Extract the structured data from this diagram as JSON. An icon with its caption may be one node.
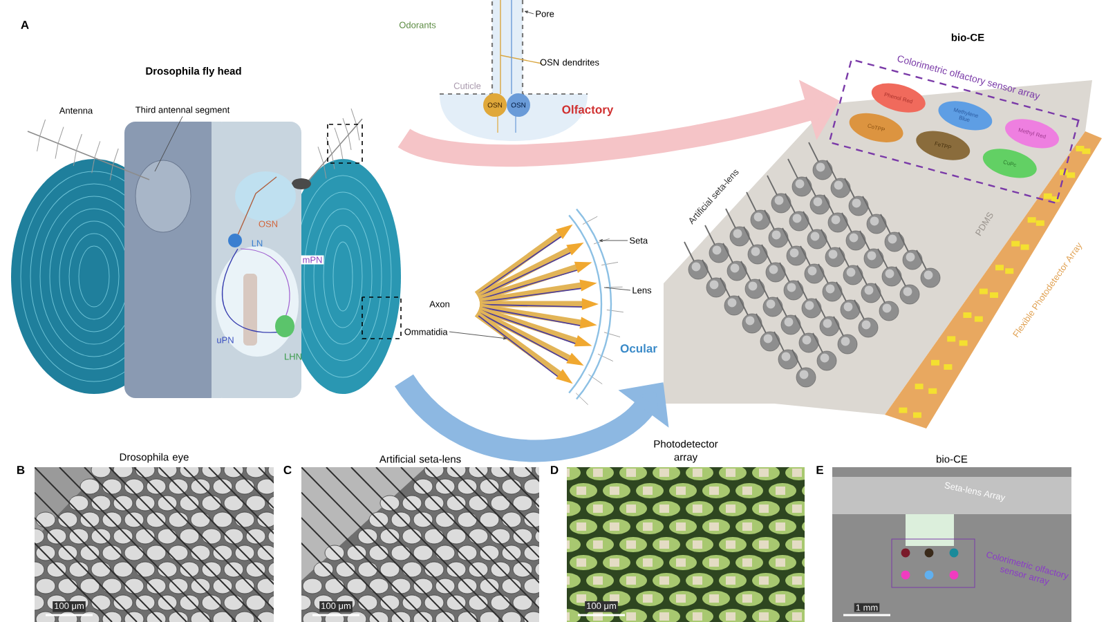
{
  "diagram": {
    "nodes": [
      {
        "text": [
          "Drosophila fly head"
        ]
      },
      {
        "text": [],
        "shape": "picture"
      },
      {
        "text": [],
        "shape": "picture"
      },
      {
        "text": [
          "bio-CE"
        ]
      },
      {
        "text": [
          "Colorimetric olfactory sensor array"
        ],
        "in": 3
      },
      {
        "text": [
          "Phenol Red"
        ],
        "in": 4
      },
      {
        "text": [
          "Methylene Blue"
        ],
        "in": 4
      },
      {
        "text": [
          "Methyl Red"
        ],
        "in": 4
      },
      {
        "text": [
          "CoTPP"
        ],
        "in": 4
      },
      {
        "text": [
          "FeTPP"
        ],
        "in": 4
      },
      {
        "text": [
          "CuPc"
        ],
        "in": 4
      },
      {
        "text": [
          "Pore"
        ],
        "in": 1
      },
      {
        "text": [
          "Third antennal segment"
        ],
        "in": 0
      },
      {
        "text": [
          "Seta"
        ]
      },
      {
        "text": [
          "Lens"
        ]
      },
      {
        "text": [
          "Ommatidia"
        ]
      },
      {
        "text": [
          "Drosophila eye",
          "100 μm"
        ]
      },
      {
        "text": [
          "Artificial seta-lens",
          "100 μm"
        ]
      },
      {
        "text": [
          "Photodetector array",
          "100 μm"
        ]
      },
      {
        "text": [
          "bio-CE",
          "Seta-lens Array",
          "Colorimetric olfactory sensor array",
          "1 mm"
        ]
      }
    ],
    "edges": [
      {
        "from": 0,
        "to": 4,
        "arrow": "to",
        "label": "Olfactory",
        "style": "thick",
        "color": "#f5c4c7"
      },
      {
        "from": 0,
        "to": 3,
        "arrow": "to",
        "label": "Ocular",
        "style": "thick",
        "color": "#8db8e2"
      },
      {
        "from": 11,
        "to": null,
        "arrow": "to"
      },
      {
        "from": 12,
        "to": null,
        "arrow": "none"
      },
      {
        "from": 13,
        "to": 2,
        "arrow": "to"
      },
      {
        "from": 14,
        "to": 2,
        "arrow": "none"
      },
      {
        "from": 15,
        "to": 2,
        "arrow": "to"
      }
    ],
    "labels": [
      "A",
      "Odorants",
      "OSN dendrites",
      "Cuticle",
      "OSN",
      "OSN",
      "Antenna",
      "OSN",
      "LN",
      "mPN",
      "uPN",
      "LHN",
      "Axon",
      "Artificial seta-lens",
      "PDMS",
      "Flexible Photodetector Array",
      "B",
      "C",
      "D",
      "E"
    ]
  }
}
